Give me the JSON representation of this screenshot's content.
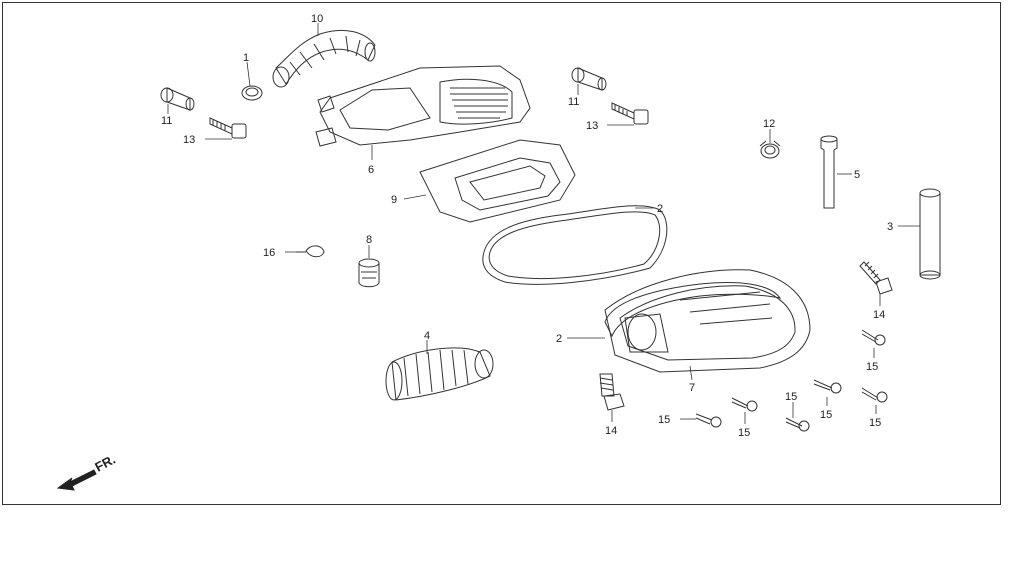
{
  "diagram": {
    "labels": {
      "p1": "1",
      "p2a": "2",
      "p2b": "2",
      "p3": "3",
      "p4": "4",
      "p5": "5",
      "p6": "6",
      "p7": "7",
      "p8": "8",
      "p9": "9",
      "p10": "10",
      "p11a": "11",
      "p11b": "11",
      "p12": "12",
      "p13a": "13",
      "p13b": "13",
      "p14a": "14",
      "p14b": "14",
      "p15a": "15",
      "p15b": "15",
      "p15c": "15",
      "p15d": "15",
      "p15e": "15",
      "p15f": "15",
      "p16": "16"
    },
    "direction_label": "FR."
  }
}
